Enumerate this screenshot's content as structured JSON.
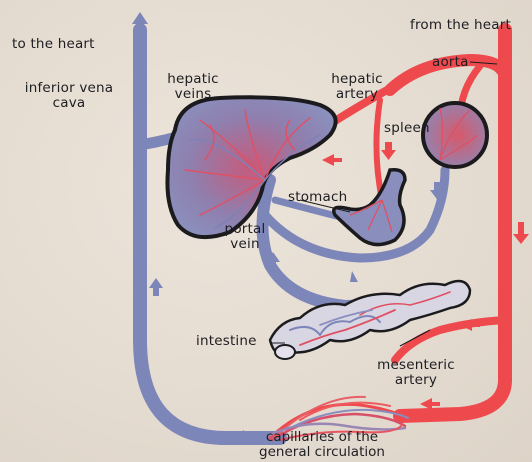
{
  "labels": {
    "to_heart": "to the heart",
    "from_heart": "from the heart",
    "inferior_vena_cava_line1": "inferior vena",
    "inferior_vena_cava_line2": "cava",
    "hepatic_veins_line1": "hepatic",
    "hepatic_veins_line2": "veins",
    "hepatic_artery_line1": "hepatic",
    "hepatic_artery_line2": "artery",
    "aorta": "aorta",
    "spleen": "spleen",
    "stomach": "stomach",
    "portal_vein_line1": "portal",
    "portal_vein_line2": "vein",
    "intestine": "intestine",
    "mesenteric_artery_line1": "mesenteric",
    "mesenteric_artery_line2": "artery",
    "capillaries_line1": "capillaries of the",
    "capillaries_line2": "general circulation"
  },
  "colors": {
    "vein": "#7d86b8",
    "artery": "#ee4a4e",
    "organ_outline": "#1b1b1e",
    "background": "#e6ddd3"
  }
}
